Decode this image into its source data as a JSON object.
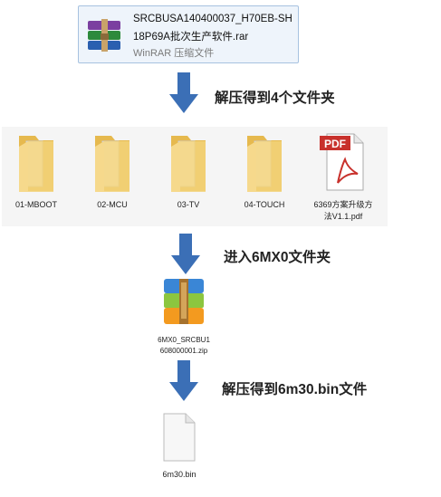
{
  "archive": {
    "name_line1": "SRCBUSA140400037_H70EB-SH",
    "name_line2": "18P69A批次生产软件.rar",
    "type": "WinRAR 压缩文件",
    "icon": "winrar-archive-icon"
  },
  "steps": {
    "step1": "解压得到4个文件夹",
    "step2": "进入6MX0文件夹",
    "step3": "解压得到6m30.bin文件"
  },
  "folders": [
    {
      "label": "01-MBOOT",
      "icon": "folder-icon"
    },
    {
      "label": "02-MCU",
      "icon": "folder-icon"
    },
    {
      "label": "03-TV",
      "icon": "folder-icon"
    },
    {
      "label": "04-TOUCH",
      "icon": "folder-icon"
    }
  ],
  "pdf": {
    "badge": "PDF",
    "label_line1": "6369方案升级方",
    "label_line2": "法V1.1.pdf",
    "icon": "pdf-file-icon"
  },
  "zip": {
    "label_line1": "6MX0_SRCBU1",
    "label_line2": "608000001.zip",
    "icon": "zip-archive-icon"
  },
  "bin": {
    "label": "6m30.bin",
    "icon": "blank-file-icon"
  },
  "colors": {
    "arrow": "#3b6fb6",
    "folder": "#f2d27a",
    "pdf_badge": "#c8312c",
    "card_border": "#a7c2e0"
  }
}
